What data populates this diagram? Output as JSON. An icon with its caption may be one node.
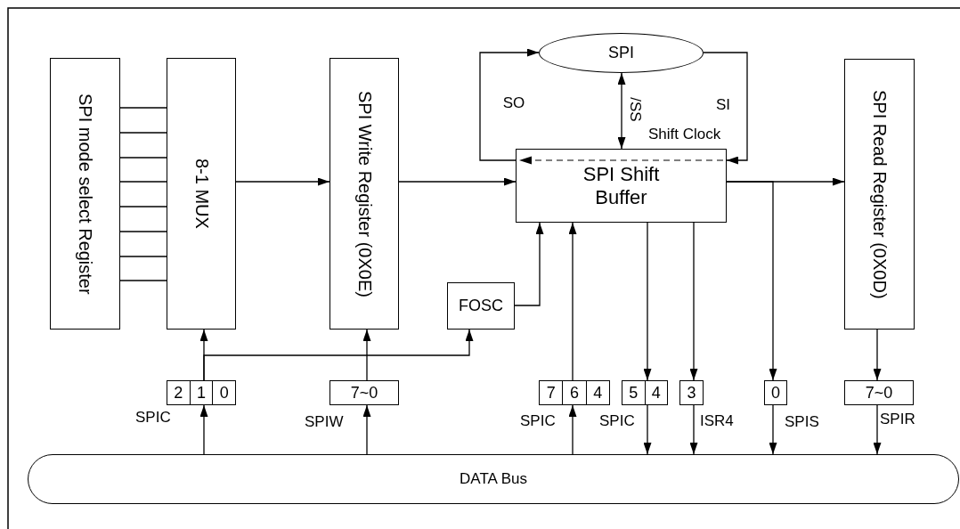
{
  "diagram": {
    "nodes": [
      {
        "text": [
          "SPI mode select Register"
        ]
      },
      {
        "text": [
          "8-1 MUX"
        ]
      },
      {
        "text": [
          "SPI Write Register (0X0E)"
        ]
      },
      {
        "text": [
          "SPI"
        ]
      },
      {
        "text": [
          "SPI Shift Buffer"
        ]
      },
      {
        "text": [
          "FOSC"
        ]
      },
      {
        "text": [
          "SPI Read Register (0X0D)"
        ]
      },
      {
        "text": [
          "2",
          "1",
          "0"
        ],
        "beside": [
          "SPIC"
        ]
      },
      {
        "text": [
          "7~0"
        ],
        "beside": [
          "SPIW"
        ]
      },
      {
        "text": [
          "7",
          "6",
          "4"
        ],
        "beside": [
          "SPIC"
        ]
      },
      {
        "text": [
          "5",
          "4"
        ],
        "beside": [
          "SPIC"
        ]
      },
      {
        "text": [
          "3"
        ],
        "beside": [
          "ISR4"
        ]
      },
      {
        "text": [
          "0"
        ],
        "beside": [
          "SPIS"
        ]
      },
      {
        "text": [
          "7~0"
        ],
        "beside": [
          "SPIR"
        ]
      },
      {
        "text": [
          "DATA Bus"
        ]
      }
    ],
    "edges": [
      {
        "from": 0,
        "to": 1,
        "arrow": "none"
      },
      {
        "from": 0,
        "to": 1,
        "arrow": "none"
      },
      {
        "from": 0,
        "to": 1,
        "arrow": "none"
      },
      {
        "from": 0,
        "to": 1,
        "arrow": "none"
      },
      {
        "from": 0,
        "to": 1,
        "arrow": "none"
      },
      {
        "from": 0,
        "to": 1,
        "arrow": "none"
      },
      {
        "from": 0,
        "to": 1,
        "arrow": "none"
      },
      {
        "from": 0,
        "to": 1,
        "arrow": "none"
      },
      {
        "from": 1,
        "to": 2,
        "arrow": "to"
      },
      {
        "from": 2,
        "to": 4,
        "arrow": "to"
      },
      {
        "from": 4,
        "to": 3,
        "arrow": "to",
        "label": "SO"
      },
      {
        "from": 3,
        "to": 4,
        "arrow": "to",
        "label": "SI"
      },
      {
        "from": 3,
        "to": 4,
        "arrow": "both",
        "label": "/SS"
      },
      {
        "from": 5,
        "to": 4,
        "arrow": "to"
      },
      {
        "from": 4,
        "to": 6,
        "arrow": "to"
      },
      {
        "from": 4,
        "to": 12,
        "arrow": "to"
      },
      {
        "from": 4,
        "to": 10,
        "arrow": "to"
      },
      {
        "from": 4,
        "to": 11,
        "arrow": "to"
      },
      {
        "from": 9,
        "to": 4,
        "arrow": "to"
      },
      {
        "from": 14,
        "to": 9,
        "arrow": "to"
      },
      {
        "from": 10,
        "to": 14,
        "arrow": "to"
      },
      {
        "from": 11,
        "to": 14,
        "arrow": "to"
      },
      {
        "from": 12,
        "to": 14,
        "arrow": "to"
      },
      {
        "from": 13,
        "to": 14,
        "arrow": "to"
      },
      {
        "from": 6,
        "to": 13,
        "arrow": "to"
      },
      {
        "from": 14,
        "to": 7,
        "arrow": "to"
      },
      {
        "from": 7,
        "to": 1,
        "arrow": "to"
      },
      {
        "from": 7,
        "to": 5,
        "arrow": "to"
      },
      {
        "from": 14,
        "to": 8,
        "arrow": "to"
      },
      {
        "from": 8,
        "to": 2,
        "arrow": "to"
      }
    ],
    "labels": [
      "Shift Clock"
    ]
  }
}
